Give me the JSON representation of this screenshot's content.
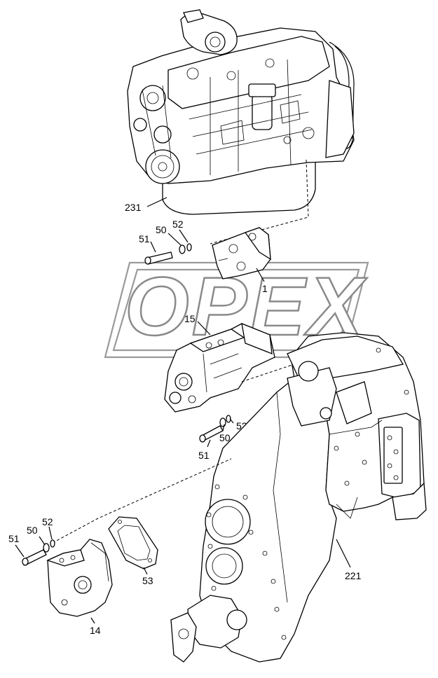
{
  "watermark": {
    "text": "OPEX"
  },
  "labels": {
    "engine": "231",
    "pump": "1",
    "gear_pump": "15",
    "gear_pump_small": "14",
    "transmission": "221",
    "gasket": "53",
    "bolt_a": "51",
    "washer_a": "50",
    "ring_a": "52",
    "bolt_b": "51",
    "washer_b": "50",
    "ring_b": "52",
    "bolt_c": "51",
    "washer_c": "50",
    "ring_c": "52"
  }
}
